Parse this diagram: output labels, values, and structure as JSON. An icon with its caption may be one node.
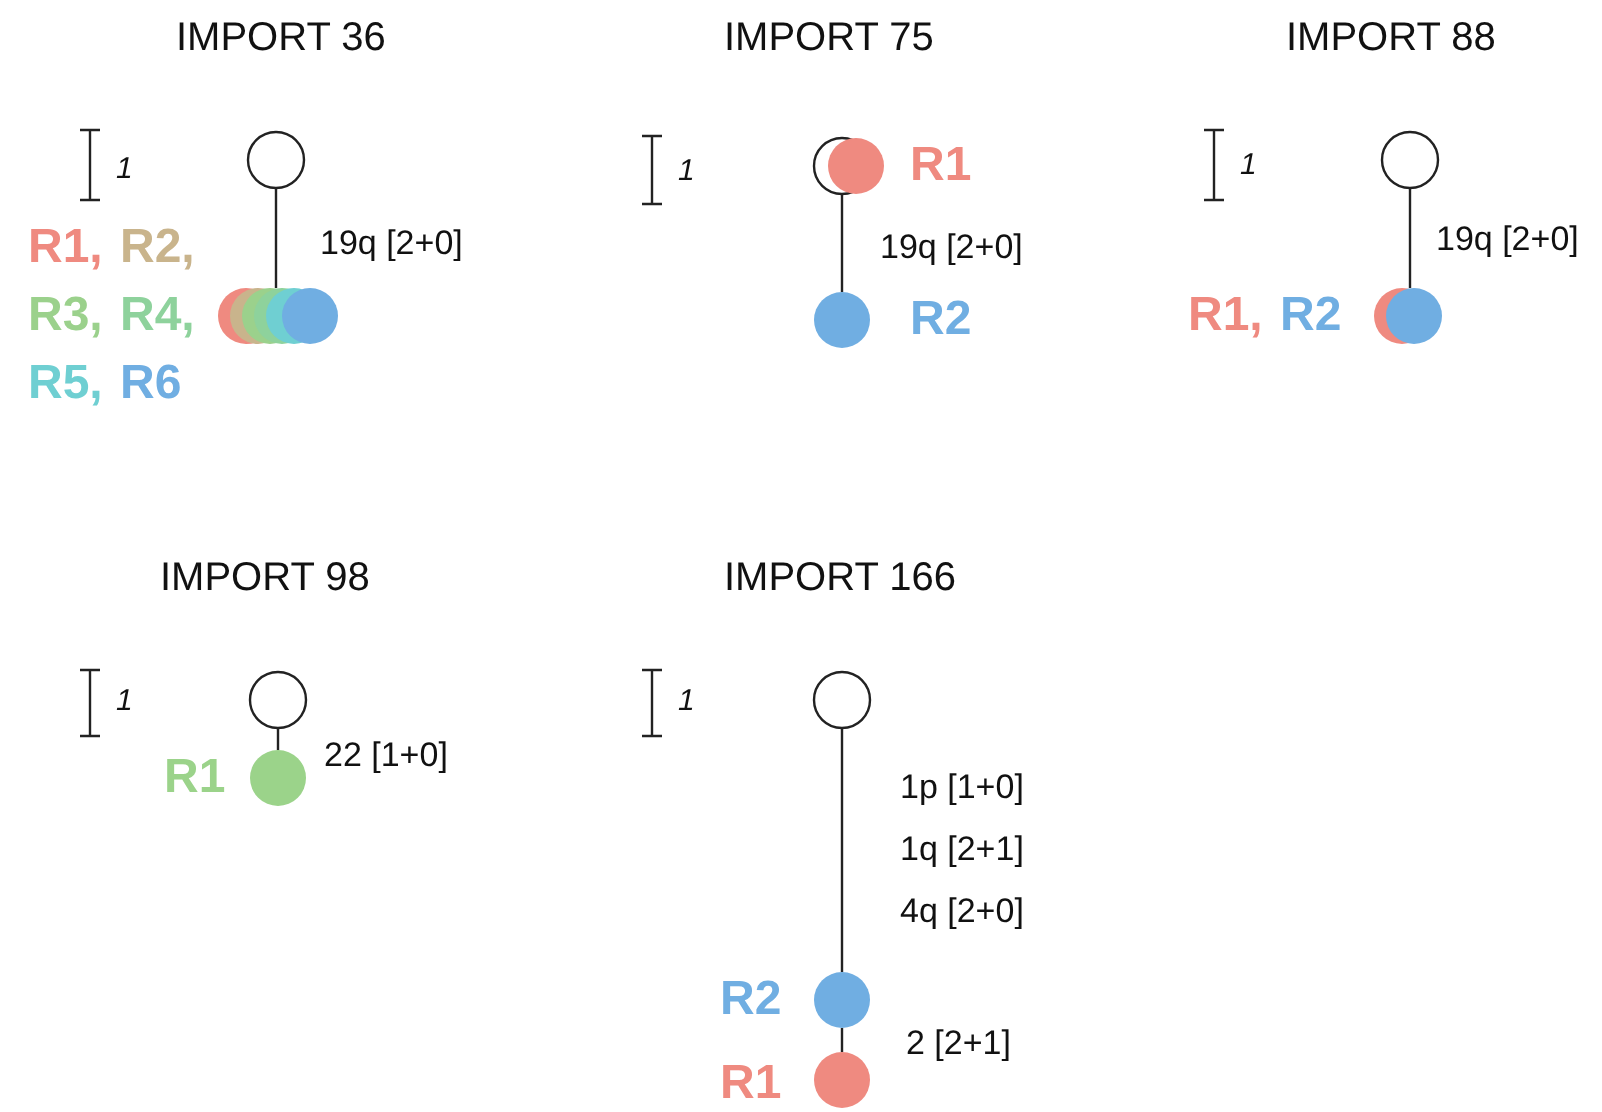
{
  "diagram": {
    "nodes": [
      {
        "text": [],
        "shape": "circle"
      },
      {
        "text": [],
        "shape": "circle",
        "beside": [
          "R1,",
          "R2,",
          "R3,",
          "R4,",
          "R5,",
          "R6"
        ]
      },
      {
        "text": [],
        "shape": "circle"
      },
      {
        "text": [],
        "shape": "circle",
        "beside": [
          "R1"
        ]
      },
      {
        "text": [],
        "shape": "circle",
        "beside": [
          "R2"
        ]
      },
      {
        "text": [],
        "shape": "circle"
      },
      {
        "text": [],
        "shape": "circle",
        "beside": [
          "R1,",
          "R2"
        ]
      },
      {
        "text": [],
        "shape": "circle"
      },
      {
        "text": [],
        "shape": "circle",
        "beside": [
          "R1"
        ]
      },
      {
        "text": [],
        "shape": "circle"
      },
      {
        "text": [],
        "shape": "circle",
        "beside": [
          "R2"
        ]
      },
      {
        "text": [],
        "shape": "circle",
        "beside": [
          "R1"
        ]
      }
    ],
    "edges": [
      {
        "from": 0,
        "to": 1,
        "arrow": "none",
        "label": "19q [2+0]"
      },
      {
        "from": 2,
        "to": 4,
        "arrow": "none",
        "label": "19q [2+0]"
      },
      {
        "from": 5,
        "to": 6,
        "arrow": "none",
        "label": "19q [2+0]"
      },
      {
        "from": 7,
        "to": 8,
        "arrow": "none",
        "label": "22 [1+0]"
      },
      {
        "from": 9,
        "to": 10,
        "arrow": "none",
        "label": "1p [1+0] 1q [2+1] 4q [2+0]"
      },
      {
        "from": 10,
        "to": 11,
        "arrow": "none",
        "label": "2 [2+1]"
      }
    ],
    "labels": [
      "IMPORT 36",
      "1",
      "IMPORT 75",
      "1",
      "IMPORT 88",
      "1",
      "IMPORT 98",
      "1",
      "IMPORT 166",
      "1"
    ]
  }
}
